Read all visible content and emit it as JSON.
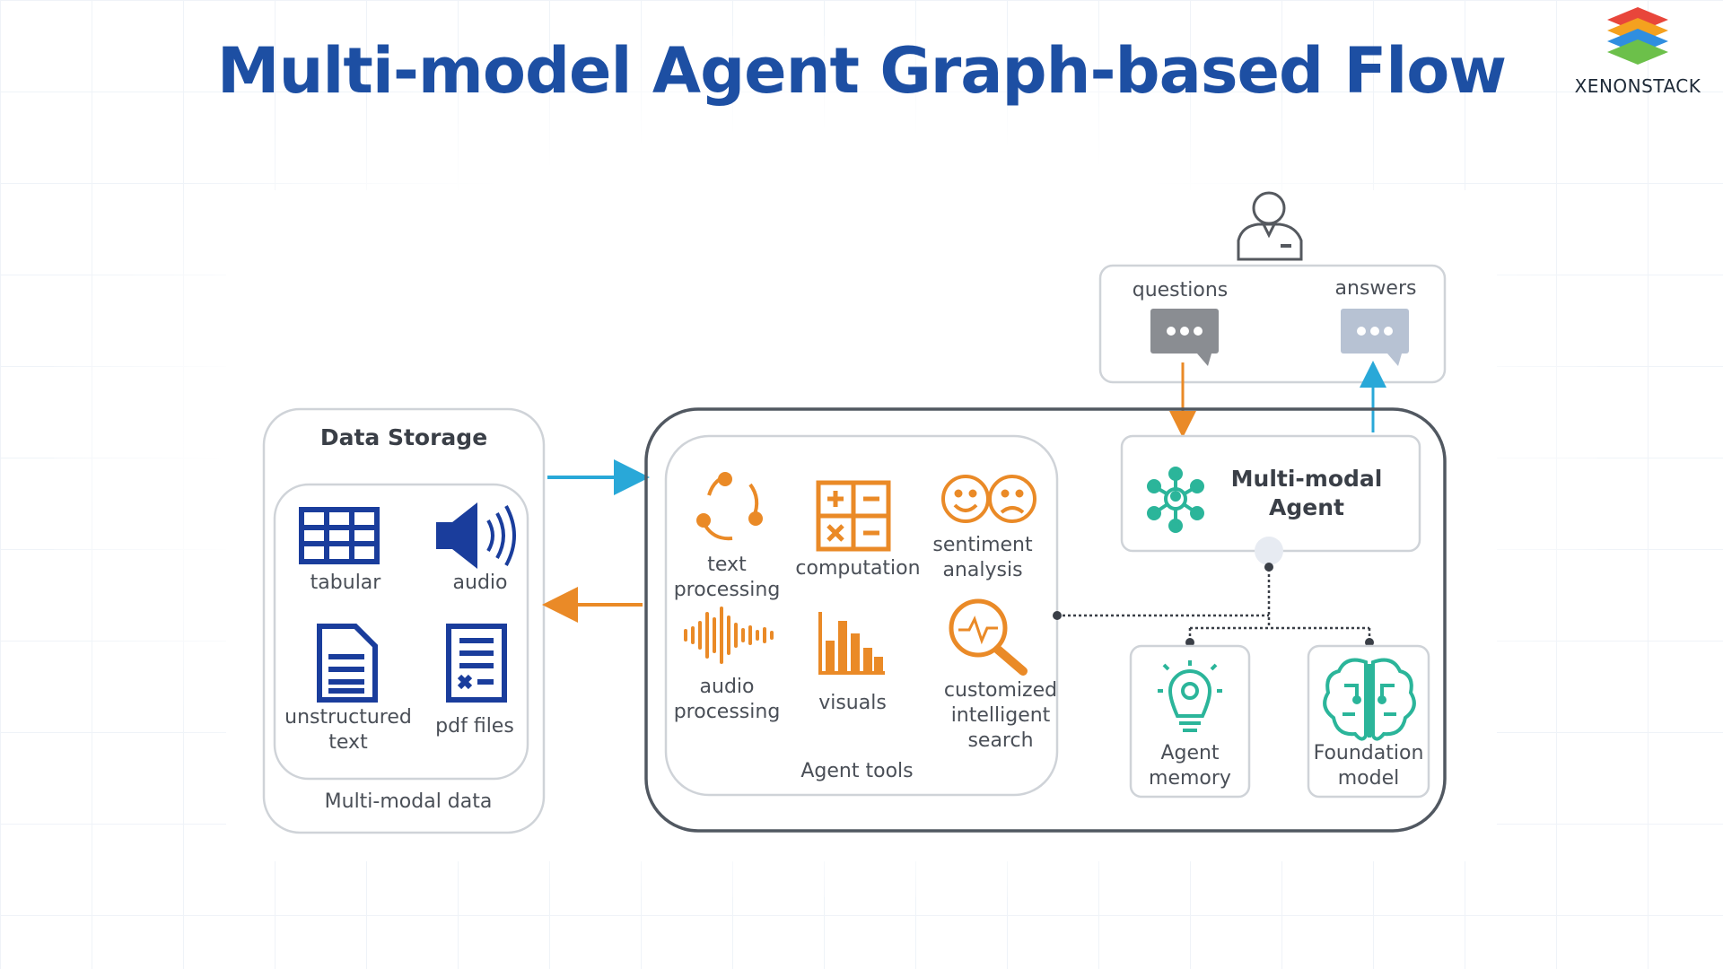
{
  "header": {
    "title": "Multi-model Agent Graph-based Flow",
    "logo_text": "XENONSTACK"
  },
  "colors": {
    "title": "#1d4fa3",
    "storage_icons": "#1a3d9c",
    "tool_icons": "#ea8a27",
    "agent_icons": "#2bb59a",
    "arrow_in": "#29a8d8",
    "arrow_out": "#ea8a27",
    "box_border": "#cfd3d8",
    "outer_border": "#515861"
  },
  "user": {
    "icon": "user-icon"
  },
  "chat": {
    "questions_label": "questions",
    "answers_label": "answers"
  },
  "storage": {
    "title": "Data Storage",
    "items": [
      {
        "label": "tabular",
        "icon": "table-icon"
      },
      {
        "label": "audio",
        "icon": "speaker-icon"
      },
      {
        "label": "unstructured\ntext",
        "icon": "document-icon"
      },
      {
        "label": "pdf files",
        "icon": "pdf-file-icon"
      }
    ],
    "caption": "Multi-modal data"
  },
  "tools": {
    "caption": "Agent tools",
    "items": [
      {
        "label": "text\nprocessing",
        "icon": "cycle-icon"
      },
      {
        "label": "computation",
        "icon": "calculator-icon"
      },
      {
        "label": "sentiment\nanalysis",
        "icon": "faces-icon"
      },
      {
        "label": "audio\nprocessing",
        "icon": "waveform-icon"
      },
      {
        "label": "visuals",
        "icon": "bar-chart-icon"
      },
      {
        "label": "customized\nintelligent\nsearch",
        "icon": "magnifier-icon"
      }
    ]
  },
  "agent": {
    "label": "Multi-modal\nAgent",
    "icon": "network-icon",
    "memory_label": "Agent\nmemory",
    "memory_icon": "lightbulb-icon",
    "foundation_label": "Foundation\nmodel",
    "foundation_icon": "brain-icon"
  }
}
